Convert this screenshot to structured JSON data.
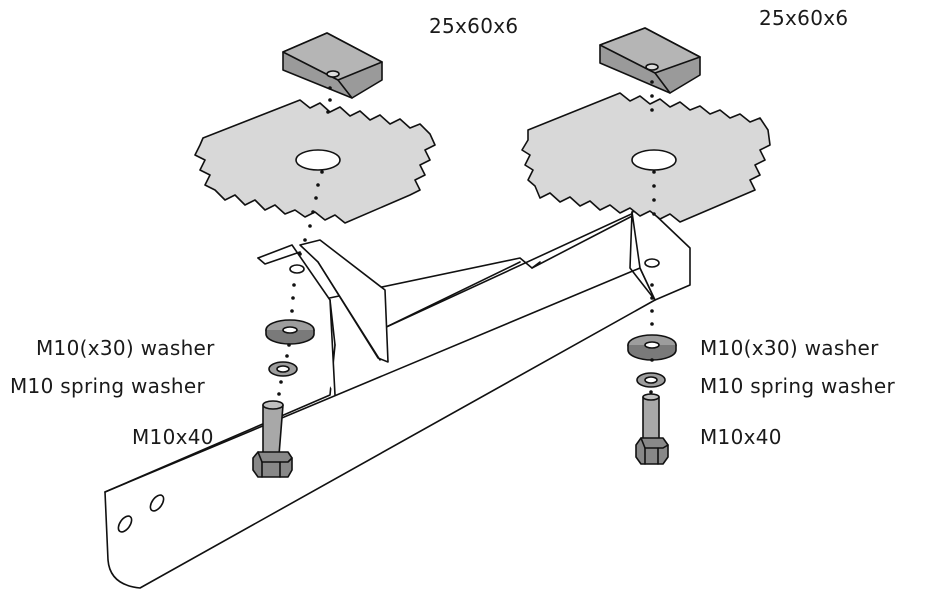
{
  "labels": {
    "left_plate": "25x60x6",
    "right_plate": "25x60x6",
    "left_washer": "M10(x30) washer",
    "left_spring_washer": "M10 spring washer",
    "left_bolt": "M10x40",
    "right_washer": "M10(x30) washer",
    "right_spring_washer": "M10 spring washer",
    "right_bolt": "M10x40"
  },
  "colors": {
    "line": "#111111",
    "plate_fill": "#9a9a9a",
    "plate_top": "#b5b5b5",
    "serrated_fill": "#d8d8d8",
    "washer_fill": "#9d9d9d",
    "bolt_fill": "#a8a8a8",
    "bracket_fill": "#ffffff"
  }
}
